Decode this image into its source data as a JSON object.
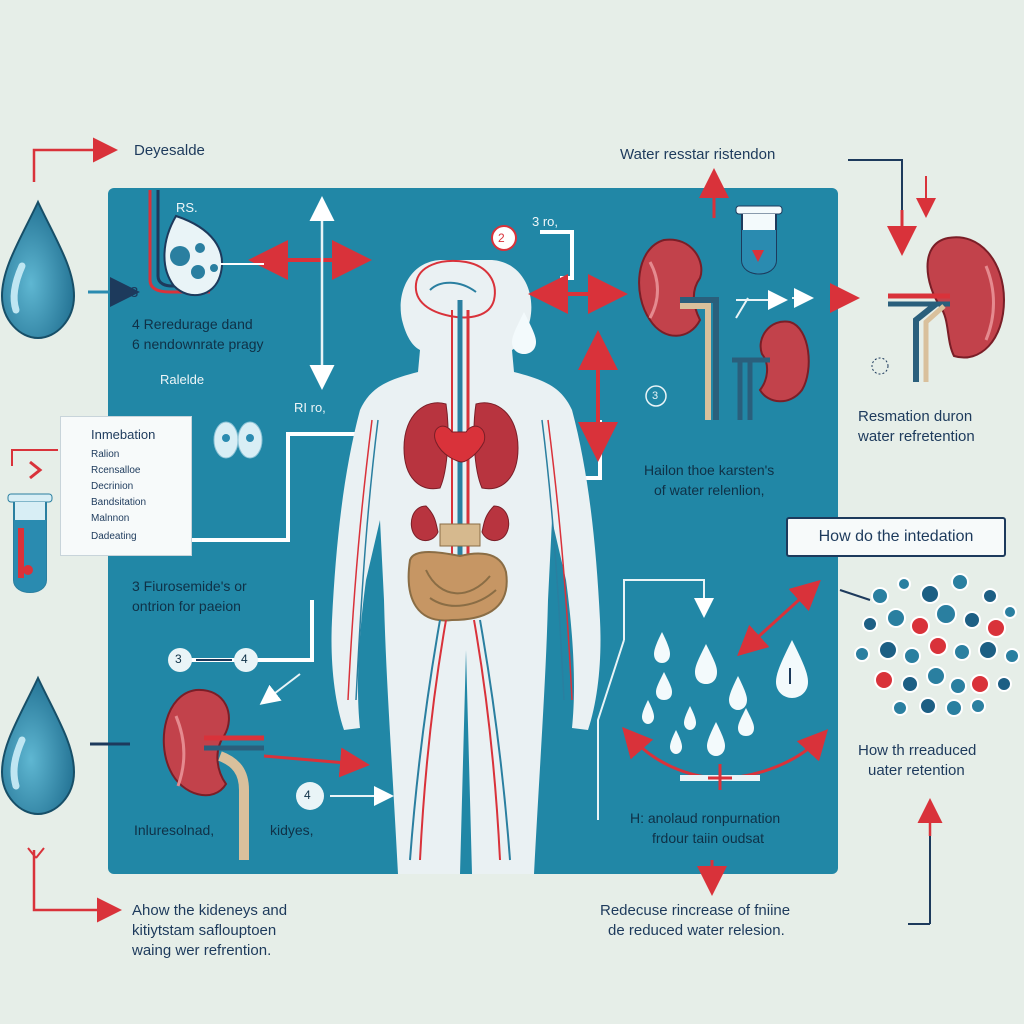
{
  "labels": {
    "top_left": "Deyesalde",
    "top_right": "Water resstar ristendon",
    "rb_small": "RS.",
    "num_3_left": "3",
    "panel_line1": "4 Reredurage dand",
    "panel_line2": "6 nendownrate pragy",
    "panel_line3": "Ralelde",
    "tag_mid_top": "3 ro,",
    "tag_mid_left": "RI ro,",
    "badge_2": "2",
    "rp_circle_3": "3",
    "right_caption1": "Hailon thoe karsten's",
    "right_caption2": "of water relenlion,",
    "far_right_1": "Resmation duron",
    "far_right_2": "water refretention",
    "callout": "How do the intedation",
    "fur_1": "3 Fiurosemide's or",
    "fur_2": "ontrion for paeion",
    "num_row_a": "3",
    "num_row_b": "4",
    "num_4_circle": "4",
    "kidney_caption_a": "Inluresolnad,",
    "kidney_caption_b": "kidyes,",
    "bottom_center_1": "H: anolaud ronpurnation",
    "bottom_center_2": "frdour taiin oudsat",
    "bottom_right_1": "How th rreaduced",
    "bottom_right_2": "uater retention",
    "bottom_left_1": "Ahow the kideneys and",
    "bottom_left_2": "kitiytstam saflouptoen",
    "bottom_left_3": "waing wer refrention.",
    "bottom_mid_1": "Redecuse  rincrease of fniine",
    "bottom_mid_2": "de reduced water relesion."
  },
  "legend": {
    "title": "Inmebation",
    "items": [
      "Ralion",
      "Rcensalloe",
      "Decrinion",
      "Bandsitation",
      "Malnnon",
      "Dadeating"
    ]
  },
  "colors": {
    "panel": "#2187a6",
    "kidney": "#c2424b",
    "arrow": "#d9323a",
    "navy": "#1d3a5c",
    "drop": "#2a7fa0",
    "background": "#e6eee8"
  }
}
